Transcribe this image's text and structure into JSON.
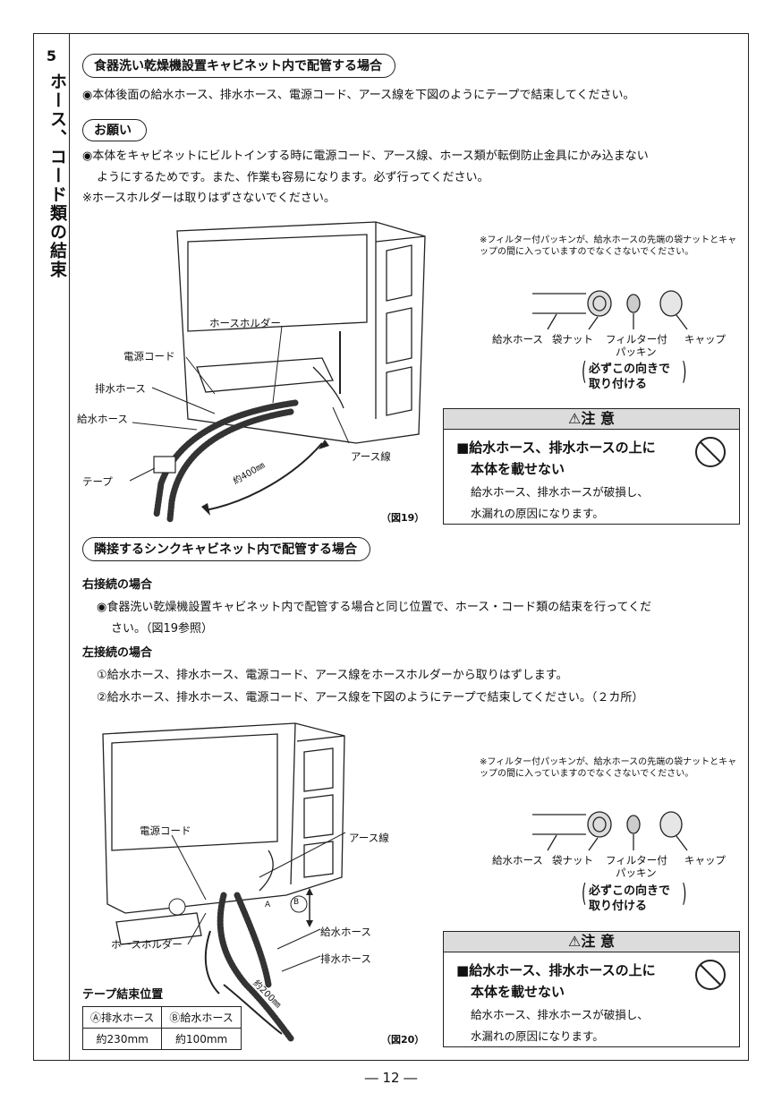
{
  "section": {
    "number": "5",
    "title": "ホース、コード類の結束"
  },
  "heading1": "食器洗い乾燥機設置キャビネット内で配管する場合",
  "para1": "◉本体後面の給水ホース、排水ホース、電源コード、アース線を下図のようにテープで結束してください。",
  "request_label": "お願い",
  "request_line1": "◉本体をキャビネットにビルトインする時に電源コード、アース線、ホース類が転倒防止金具にかみ込まない",
  "request_line2": "ようにするためです。また、作業も容易になります。必ず行ってください。",
  "note_line": "※ホースホルダーは取りはずさないでください。",
  "fig19": {
    "caption": "（図19）",
    "hose_holder": "ホースホルダー",
    "power_cord": "電源コード",
    "drain_hose": "排水ホース",
    "supply_hose": "給水ホース",
    "tape": "テープ",
    "earth_wire": "アース線",
    "distance": "約400㎜"
  },
  "filter_note": "※フィルター付パッキンが、給水ホースの先端の袋ナットとキャップの間に入っていますのでなくさないでください。",
  "parts": {
    "supply_hose": "給水ホース",
    "bag_nut": "袋ナット",
    "filter_packing_1": "フィルター付",
    "filter_packing_2": "パッキン",
    "cap": "キャップ",
    "direction_1": "必ずこの向きで",
    "direction_2": "取り付ける"
  },
  "caution": {
    "title": "⚠注 意",
    "line1": "■給水ホース、排水ホースの上に",
    "line2": "本体を載せない",
    "line3": "給水ホース、排水ホースが破損し、",
    "line4": "水漏れの原因になります。",
    "icon": "prohibition-icon"
  },
  "heading2": "隣接するシンクキャビネット内で配管する場合",
  "right_conn_title": "右接続の場合",
  "right_conn_line1": "◉食器洗い乾燥機設置キャビネット内で配管する場合と同じ位置で、ホース・コード類の結束を行ってくだ",
  "right_conn_line2": "さい。（図19参照）",
  "left_conn_title": "左接続の場合",
  "left_step1": "①給水ホース、排水ホース、電源コード、アース線をホースホルダーから取りはずします。",
  "left_step2": "②給水ホース、排水ホース、電源コード、アース線を下図のようにテープで結束してください。（２カ所）",
  "fig20": {
    "caption": "（図20）",
    "power_cord": "電源コード",
    "earth_wire": "アース線",
    "supply_hose": "給水ホース",
    "drain_hose": "排水ホース",
    "hose_holder": "ホースホルダー",
    "distance": "約200㎜",
    "mark_a": "A",
    "mark_b": "B"
  },
  "tape_table": {
    "title": "テープ結束位置",
    "headers": [
      "Ⓐ排水ホース",
      "Ⓑ給水ホース"
    ],
    "values": [
      "約230mm",
      "約100mm"
    ]
  },
  "page_number": "― 12 ―"
}
